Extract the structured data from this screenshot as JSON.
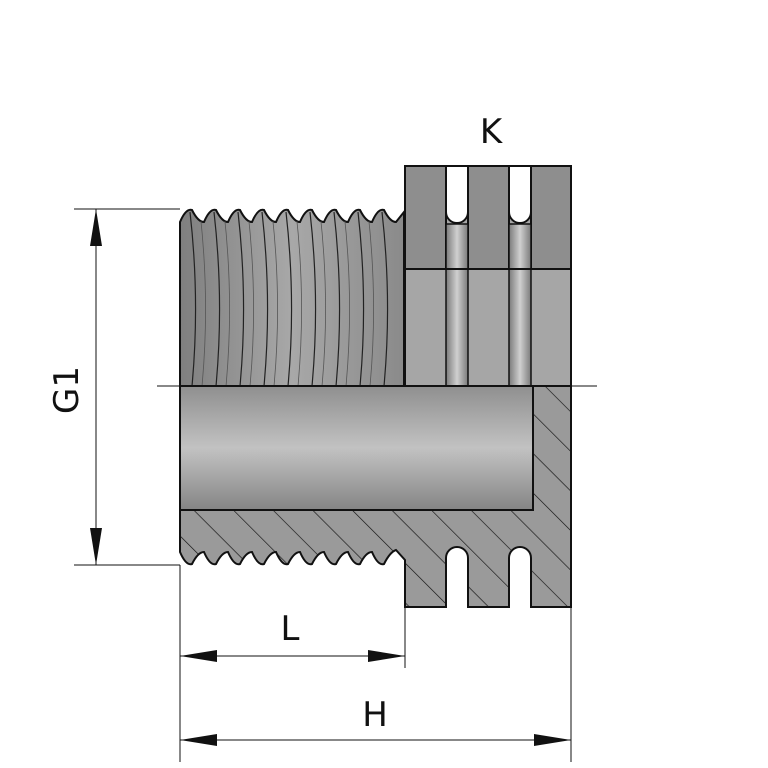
{
  "labels": {
    "g1": "G1",
    "k": "K",
    "l": "L",
    "h": "H"
  },
  "colors": {
    "background": "#ffffff",
    "body_gray": "#9a9a9a",
    "section_gray": "#8c8c8c",
    "bore_light": "#bdbdbd",
    "outline": "#111111",
    "dimension": "#111111"
  }
}
